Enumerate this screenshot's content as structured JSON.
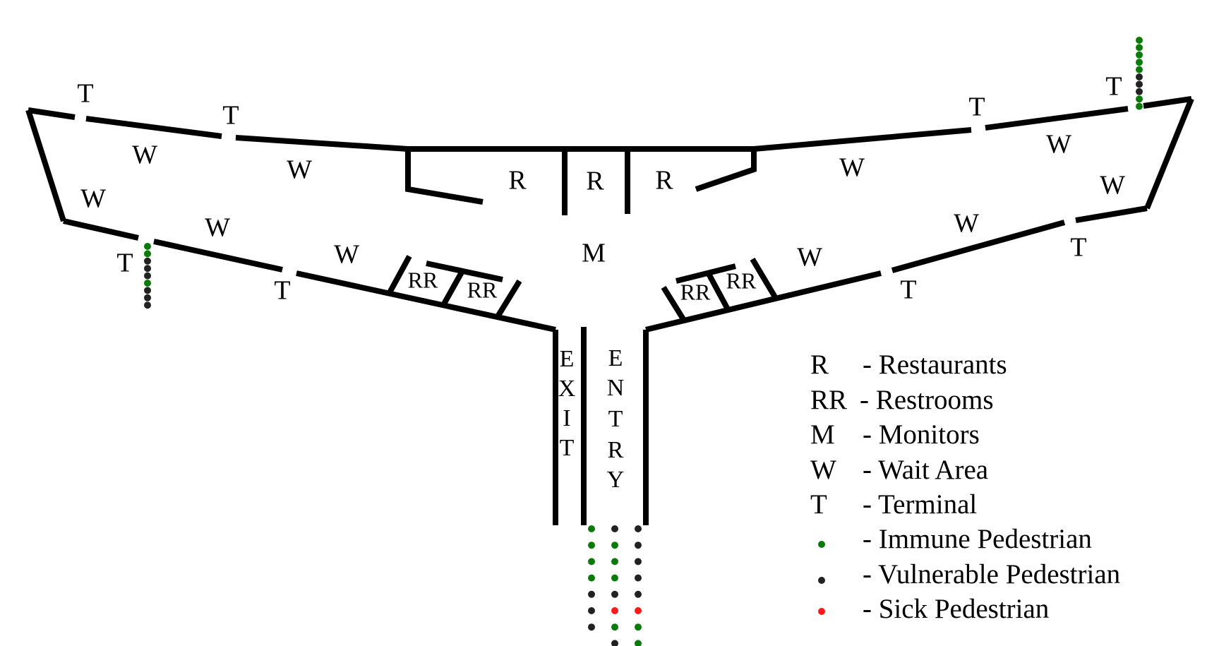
{
  "labels": {
    "terminal": "T",
    "wait_area": "W",
    "restaurant": "R",
    "restroom": "RR",
    "monitors": "M",
    "exit": [
      "E",
      "X",
      "I",
      "T"
    ],
    "entry": [
      "E",
      "N",
      "T",
      "R",
      "Y"
    ]
  },
  "legend": {
    "items": [
      {
        "key": "R",
        "text": "- Restaurants"
      },
      {
        "key": "RR",
        "text": "- Restrooms"
      },
      {
        "key": "M",
        "text": "- Monitors"
      },
      {
        "key": "W",
        "text": "- Wait Area"
      },
      {
        "key": "T",
        "text": "- Terminal"
      },
      {
        "key": "",
        "text": "- Immune Pedestrian",
        "dot_color": "#0a7a0a"
      },
      {
        "key": "",
        "text": "- Vulnerable Pedestrian",
        "dot_color": "#222222"
      },
      {
        "key": "",
        "text": "- Sick Pedestrian",
        "dot_color": "#ff1a1a"
      }
    ]
  },
  "colors": {
    "wall": "#000000",
    "immune": "#0a7a0a",
    "vulnerable": "#222222",
    "sick": "#ff1a1a"
  },
  "queues": {
    "entry_col_1": [
      "immune",
      "immune",
      "immune",
      "immune",
      "vulnerable",
      "vulnerable",
      "vulnerable"
    ],
    "entry_col_2": [
      "vulnerable",
      "immune",
      "immune",
      "immune",
      "vulnerable",
      "sick",
      "immune",
      "vulnerable"
    ],
    "entry_col_3": [
      "vulnerable",
      "vulnerable",
      "vulnerable",
      "vulnerable",
      "vulnerable",
      "sick",
      "immune",
      "immune"
    ],
    "left_terminal": [
      "immune",
      "immune",
      "vulnerable",
      "vulnerable",
      "vulnerable",
      "immune",
      "vulnerable",
      "vulnerable",
      "vulnerable"
    ],
    "right_terminal": [
      "immune",
      "immune",
      "immune",
      "immune",
      "immune",
      "vulnerable",
      "vulnerable",
      "vulnerable",
      "immune",
      "immune"
    ]
  }
}
